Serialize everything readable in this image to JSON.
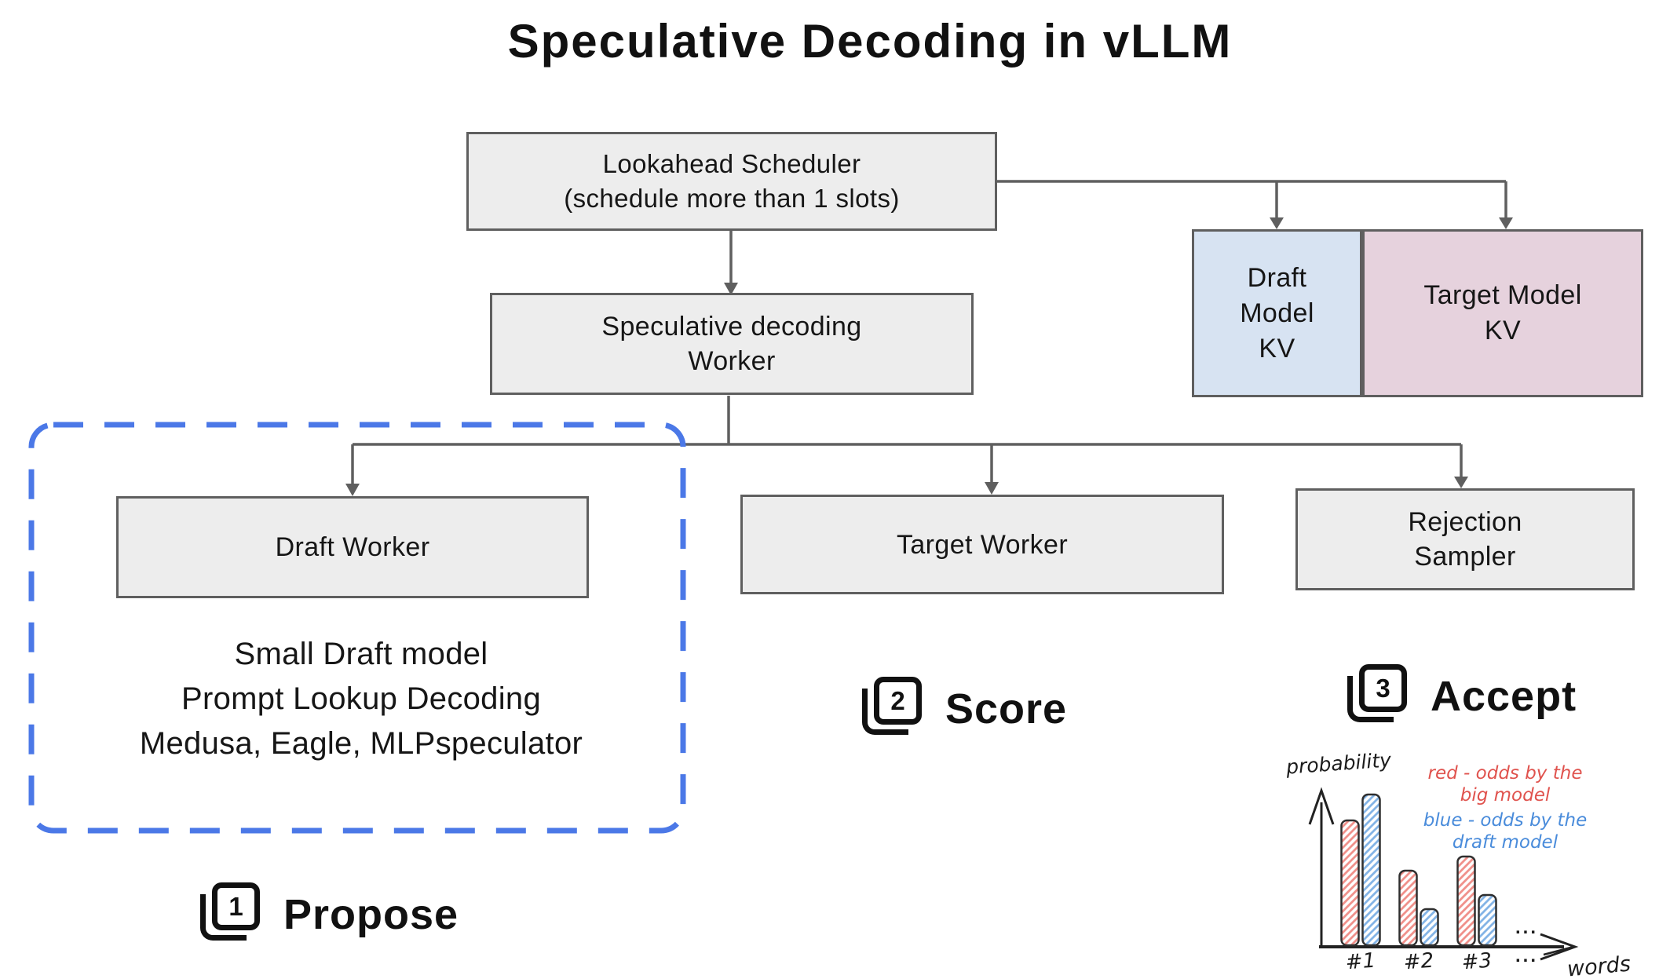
{
  "title": "Speculative Decoding in vLLM",
  "boxes": {
    "scheduler": {
      "lines": [
        "Lookahead Scheduler",
        "(schedule more than 1 slots)"
      ]
    },
    "spec_worker": {
      "lines": [
        "Speculative decoding",
        "Worker"
      ]
    },
    "draft_kv": {
      "lines": [
        "Draft",
        "Model",
        "KV"
      ]
    },
    "target_kv": {
      "lines": [
        "Target Model",
        "KV"
      ]
    },
    "draft_worker": {
      "lines": [
        "Draft Worker"
      ]
    },
    "target_worker": {
      "lines": [
        "Target Worker"
      ]
    },
    "rejection_sampler": {
      "lines": [
        "Rejection",
        "Sampler"
      ]
    }
  },
  "draft_methods": [
    "Small Draft model",
    "Prompt Lookup Decoding",
    "Medusa, Eagle, MLPspeculator"
  ],
  "steps": [
    {
      "number": "1",
      "label": "Propose"
    },
    {
      "number": "2",
      "label": "Score"
    },
    {
      "number": "3",
      "label": "Accept"
    }
  ],
  "colors": {
    "background": "#ffffff",
    "node_fill": "#ededed",
    "node_border": "#5f5f5f",
    "connector": "#5f5f5f",
    "dashed_box": "#4b78e7",
    "draft_kv_fill": "#d7e3f2",
    "target_kv_fill": "#e6d2dd",
    "text": "#161616"
  },
  "chart_data": {
    "type": "bar",
    "title": "",
    "xlabel": "words",
    "ylabel": "probability",
    "categories": [
      "#1",
      "#2",
      "#3"
    ],
    "series": [
      {
        "name": "red - odds by the big model",
        "color": "#e0534e",
        "hatch_color": "#f0918b",
        "values": [
          0.62,
          0.37,
          0.44
        ]
      },
      {
        "name": "blue - odds by the draft model",
        "color": "#4a8cdb",
        "hatch_color": "#84b4e6",
        "values": [
          0.75,
          0.18,
          0.25
        ]
      }
    ],
    "legend_lines": [
      [
        "red - odds by the",
        "big model"
      ],
      [
        "blue - odds by the",
        "draft model"
      ]
    ],
    "annotations": [
      "...",
      "..."
    ],
    "ylim": [
      0,
      0.8
    ],
    "grid": false,
    "legend_position": "top-right"
  }
}
